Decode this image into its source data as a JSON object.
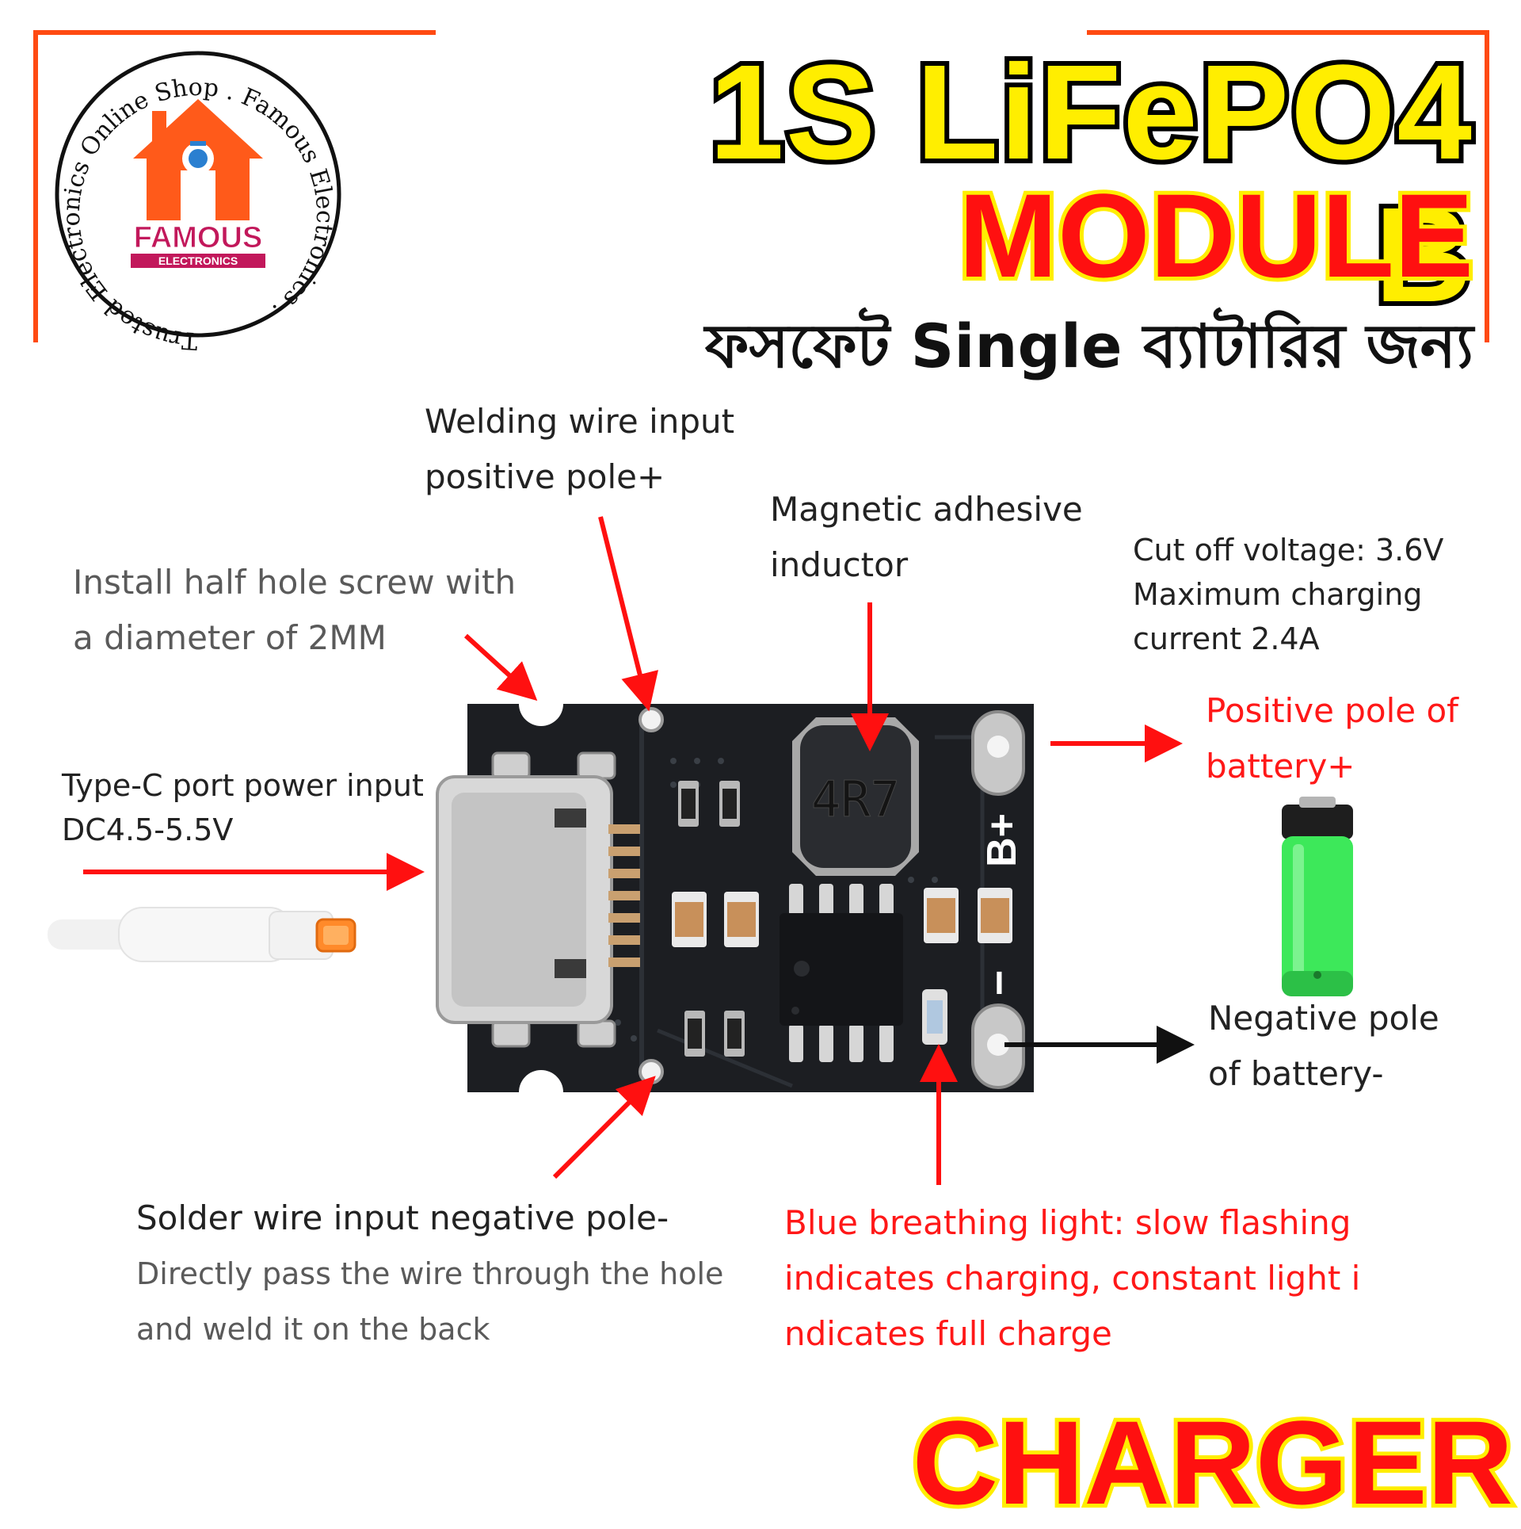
{
  "logo": {
    "ring_text": "Trusted Electronics Online Shop . Famous Electronics .",
    "brand": "FAMOUS",
    "brand_sub": "ELECTRONICS"
  },
  "title": {
    "line1": "1S LiFePO4 B",
    "line2": "MODULE",
    "line3": "ফসফেট Single ব্যাটারির জন্য",
    "line4": "CHARGER"
  },
  "board": {
    "inductor_marking": "4R7",
    "bplus": "B+",
    "minus": "−"
  },
  "annotations": {
    "welding_input": [
      "Welding wire input",
      "positive pole+"
    ],
    "magnetic_inductor": [
      "Magnetic adhesive",
      "inductor"
    ],
    "cutoff": [
      "Cut off voltage: 3.6V",
      "Maximum charging",
      "current 2.4A"
    ],
    "half_hole": [
      "Install half hole screw with",
      "a diameter of 2MM"
    ],
    "typec": [
      "Type-C port power input",
      "DC4.5-5.5V"
    ],
    "positive_battery": [
      "Positive pole of",
      "battery+"
    ],
    "negative_battery": [
      "Negative pole",
      "of battery-"
    ],
    "solder_negative": [
      "Solder wire input negative pole-",
      "Directly pass the wire through the hole",
      "and weld it on the back"
    ],
    "blue_light": [
      "Blue breathing light: slow flashing",
      "indicates charging, constant light i",
      "ndicates full charge"
    ]
  },
  "colors": {
    "frame": "#ff4a12",
    "title_yellow": "#ffee00",
    "title_red": "#ff1010",
    "arrow_red": "#ff1010",
    "pcb": "#1c1e22",
    "battery_green": "#3de85a"
  }
}
